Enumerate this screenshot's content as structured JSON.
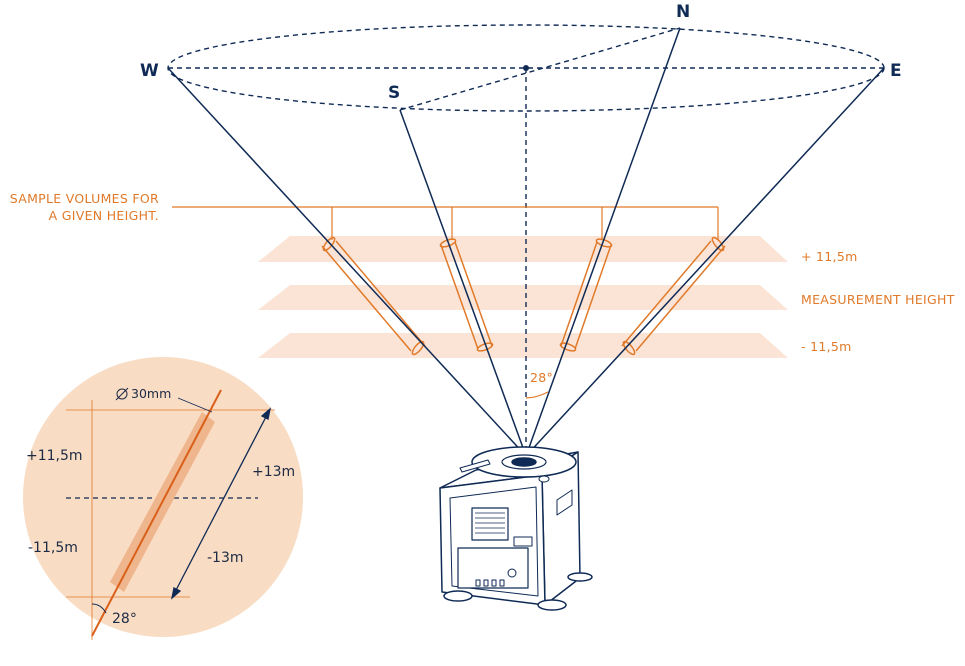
{
  "compass": {
    "north": "N",
    "south": "S",
    "east": "E",
    "west": "W"
  },
  "annotations": {
    "sample_volumes_line1": "SAMPLE VOLUMES FOR",
    "sample_volumes_line2": "A GIVEN HEIGHT.",
    "plus_height": "+ 11,5m",
    "measurement_height": "MEASUREMENT HEIGHT",
    "minus_height": "- 11,5m",
    "beam_angle": "28°"
  },
  "detail": {
    "diameter": "30mm",
    "plus_height": "+11,5m",
    "minus_height": "-11,5m",
    "plus_length": "+13m",
    "minus_length": "-13m",
    "angle": "28°"
  },
  "colors": {
    "navy": "#0f2a55",
    "orange": "#e07a2a",
    "band": "#fbe4d6",
    "circle": "#f9dcc4"
  }
}
